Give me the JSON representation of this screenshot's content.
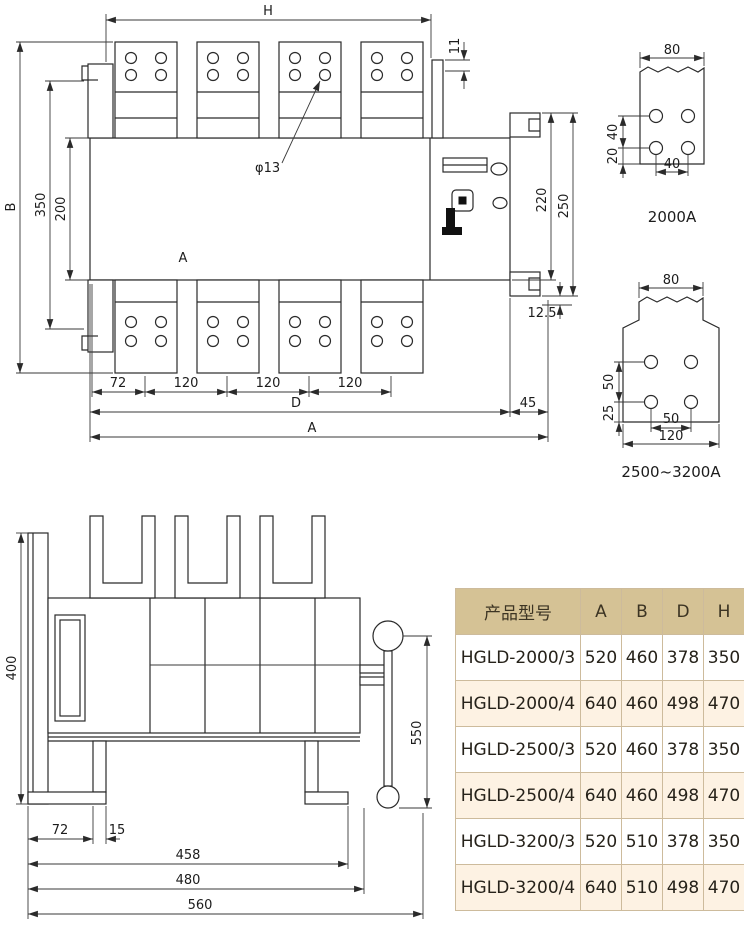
{
  "front_view": {
    "labels": {
      "H": "H",
      "n11": "11",
      "B": "B",
      "n350": "350",
      "n200": "200",
      "body_A": "A",
      "phi13": "φ13",
      "n220": "220",
      "n250": "250",
      "n12_5": "12.5",
      "n72": "72",
      "n120a": "120",
      "n120b": "120",
      "n120c": "120",
      "D": "D",
      "n45": "45",
      "A": "A"
    }
  },
  "terminal_2000a": {
    "title": "2000A",
    "labels": {
      "top80": "80",
      "v40": "40",
      "v20": "20",
      "h40": "40"
    }
  },
  "terminal_2500_3200a": {
    "title": "2500~3200A",
    "labels": {
      "top80": "80",
      "v50": "50",
      "v25": "25",
      "h50": "50",
      "bottom120": "120"
    }
  },
  "side_view": {
    "labels": {
      "n400": "400",
      "n550": "550",
      "n72": "72",
      "n15": "15",
      "n458": "458",
      "n480": "480",
      "n560": "560"
    }
  },
  "spec_table": {
    "headers": [
      "产品型号",
      "A",
      "B",
      "D",
      "H"
    ],
    "rows": [
      [
        "HGLD-2000/3",
        "520",
        "460",
        "378",
        "350"
      ],
      [
        "HGLD-2000/4",
        "640",
        "460",
        "498",
        "470"
      ],
      [
        "HGLD-2500/3",
        "520",
        "460",
        "378",
        "350"
      ],
      [
        "HGLD-2500/4",
        "640",
        "460",
        "498",
        "470"
      ],
      [
        "HGLD-3200/3",
        "520",
        "510",
        "378",
        "350"
      ],
      [
        "HGLD-3200/4",
        "640",
        "510",
        "498",
        "470"
      ]
    ]
  }
}
